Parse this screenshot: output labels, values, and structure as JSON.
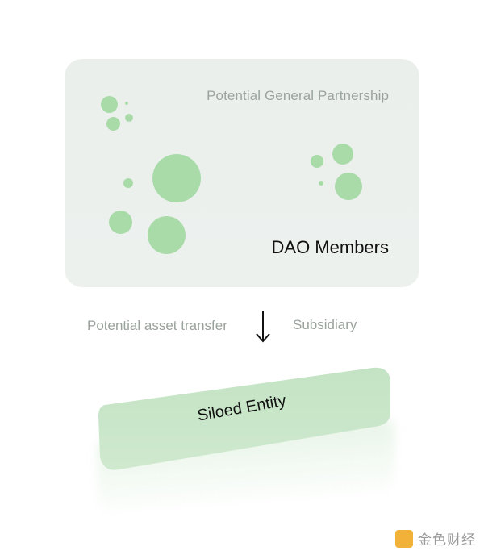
{
  "card": {
    "title": "Potential General Partnership",
    "members_label": "DAO Members"
  },
  "transfer": {
    "left_label": "Potential asset transfer",
    "right_label": "Subsidiary",
    "arrow_icon": "arrow-down-icon"
  },
  "entity": {
    "label": "Siloed Entity"
  },
  "watermark": {
    "text": "金色财经"
  },
  "colors": {
    "bubble": "#a9dba9",
    "card_bg": "#ecf0ed",
    "plate": "#c9e6c9",
    "text_muted": "#9aa29c",
    "text_dark": "#111111",
    "watermark_logo": "#f2b23a"
  }
}
